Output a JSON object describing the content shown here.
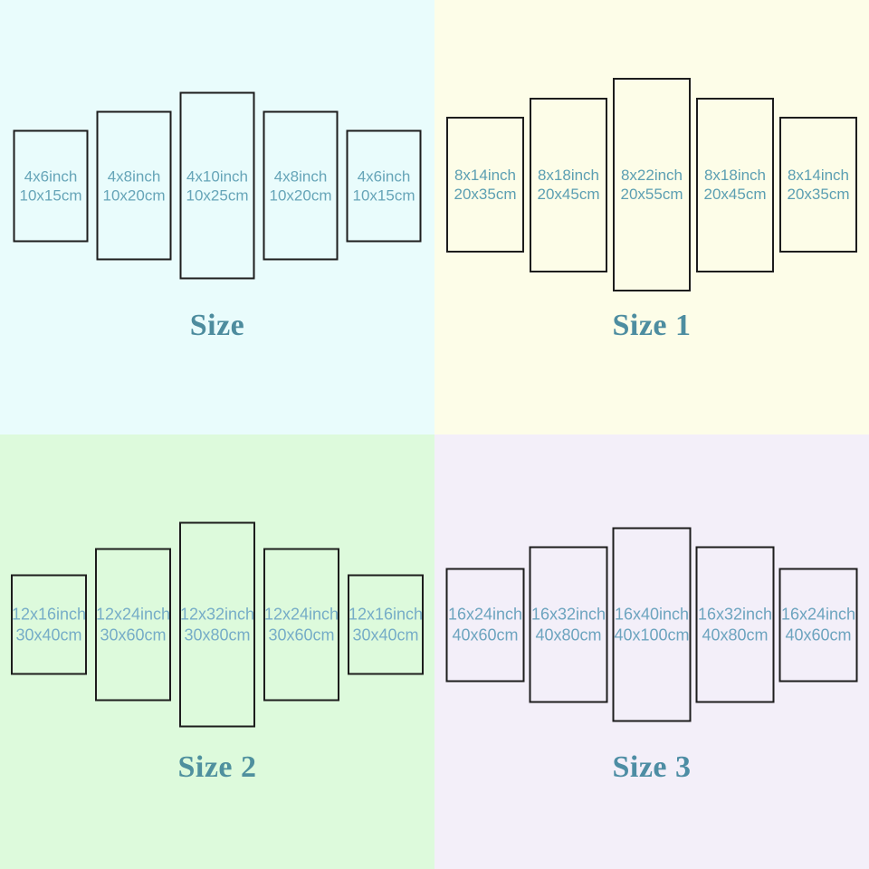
{
  "page": {
    "type": "five-panel-canvas-size-chart",
    "layout": "2x2-grid",
    "border_color": "#1d1d1d"
  },
  "charts": [
    {
      "title": "Size",
      "background": "#e9fcfc",
      "label_color": "#66a5b8",
      "title_color": "#4d8c9e",
      "panels": [
        {
          "inch": "4x6inch",
          "cm": "10x15cm"
        },
        {
          "inch": "4x8inch",
          "cm": "10x20cm"
        },
        {
          "inch": "4x10inch",
          "cm": "10x25cm"
        },
        {
          "inch": "4x8inch",
          "cm": "10x20cm"
        },
        {
          "inch": "4x6inch",
          "cm": "10x15cm"
        }
      ]
    },
    {
      "title": "Size 1",
      "background": "#fdfde8",
      "label_color": "#5c9fb2",
      "title_color": "#4d8da0",
      "panels": [
        {
          "inch": "8x14inch",
          "cm": "20x35cm"
        },
        {
          "inch": "8x18inch",
          "cm": "20x45cm"
        },
        {
          "inch": "8x22inch",
          "cm": "20x55cm"
        },
        {
          "inch": "8x18inch",
          "cm": "20x45cm"
        },
        {
          "inch": "8x14inch",
          "cm": "20x35cm"
        }
      ]
    },
    {
      "title": "Size 2",
      "background": "#ddfadc",
      "label_color": "#76adc7",
      "title_color": "#4f909e",
      "panels": [
        {
          "inch": "12x16inch",
          "cm": "30x40cm"
        },
        {
          "inch": "12x24inch",
          "cm": "30x60cm"
        },
        {
          "inch": "12x32inch",
          "cm": "30x80cm"
        },
        {
          "inch": "12x24inch",
          "cm": "30x60cm"
        },
        {
          "inch": "12x16inch",
          "cm": "30x40cm"
        }
      ]
    },
    {
      "title": "Size 3",
      "background": "#f3eff9",
      "label_color": "#6da4bf",
      "title_color": "#4d8da4",
      "panels": [
        {
          "inch": "16x24inch",
          "cm": "40x60cm"
        },
        {
          "inch": "16x32inch",
          "cm": "40x80cm"
        },
        {
          "inch": "16x40inch",
          "cm": "40x100cm"
        },
        {
          "inch": "16x32inch",
          "cm": "40x80cm"
        },
        {
          "inch": "16x24inch",
          "cm": "40x60cm"
        }
      ]
    }
  ]
}
